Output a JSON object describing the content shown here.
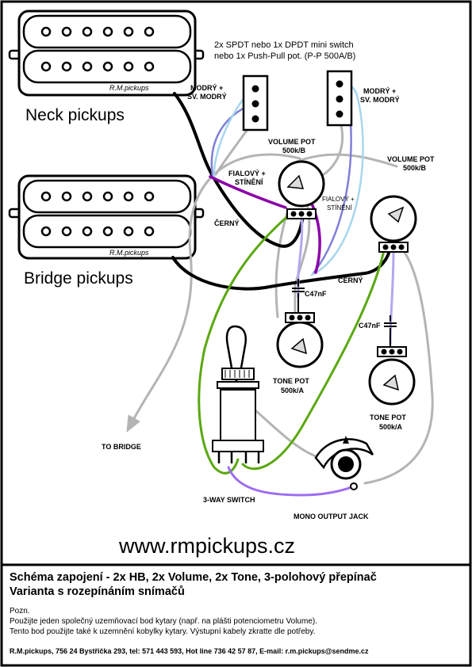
{
  "colors": {
    "wire_black": "#000000",
    "wire_gray": "#b4b4b4",
    "wire_blue": "#7f7fd8",
    "wire_lightblue": "#a7d6ee",
    "wire_purple": "#8a00a8",
    "wire_green": "#5aa810",
    "wire_violet": "#9b6cf0",
    "pickup_fill": "#ffffff",
    "frame": "#000000"
  },
  "neck_pickup": {
    "label": "Neck pickups",
    "brand": "R.M.pickups"
  },
  "bridge_pickup": {
    "label": "Bridge pickups",
    "brand": "R.M.pickups"
  },
  "switch_note": {
    "line1": "2x SPDT nebo 1x DPDT mini switch",
    "line2": "nebo 1x Push-Pull pot. (P-P 500A/B)"
  },
  "left_switch_label": {
    "line1": "MODRÝ +",
    "line2": "SV. MODRÝ"
  },
  "right_switch_label": {
    "line1": "MODRÝ +",
    "line2": "SV. MODRÝ"
  },
  "volume_pot_left": {
    "line1": "VOLUME POT",
    "line2": "500k/B"
  },
  "volume_pot_right": {
    "line1": "VOLUME POT",
    "line2": "500k/B"
  },
  "fialovy_left": {
    "line1": "FIALOVÝ +",
    "line2": "STÍNĚNÍ"
  },
  "fialovy_right": {
    "line1": "FIALOVÝ +",
    "line2": "STÍNĚNÍ"
  },
  "cerny_left": "ČERNÝ",
  "cerny_right": "ČERNÝ",
  "cap_left": "C47nF",
  "cap_right": "C47nF",
  "tone_pot_left": {
    "line1": "TONE POT",
    "line2": "500k/A"
  },
  "tone_pot_right": {
    "line1": "TONE POT",
    "line2": "500k/A"
  },
  "to_bridge": "TO BRIDGE",
  "three_way_switch": "3-WAY SWITCH",
  "output_jack": "MONO OUTPUT JACK",
  "website": "www.rmpickups.cz",
  "title_line1": "Schéma zapojení - 2x HB, 2x Volume, 2x Tone, 3-polohový přepínač",
  "title_line2": "Varianta s rozepínáním snímačů",
  "notes": {
    "heading": "Pozn.",
    "line1": "Použijte jeden společný uzemňovací bod kytary (např. na plášti potenciometru Volume).",
    "line2": "Tento bod použijte také k uzemnění kobylky kytary. Výstupní kabely zkratte dle potřeby."
  },
  "contact": "R.M.pickups, 756 24 Bystřička 293, tel: 571 443 593, Hot line 736 42 57 87, E-mail: r.m.pickups@sendme.cz"
}
